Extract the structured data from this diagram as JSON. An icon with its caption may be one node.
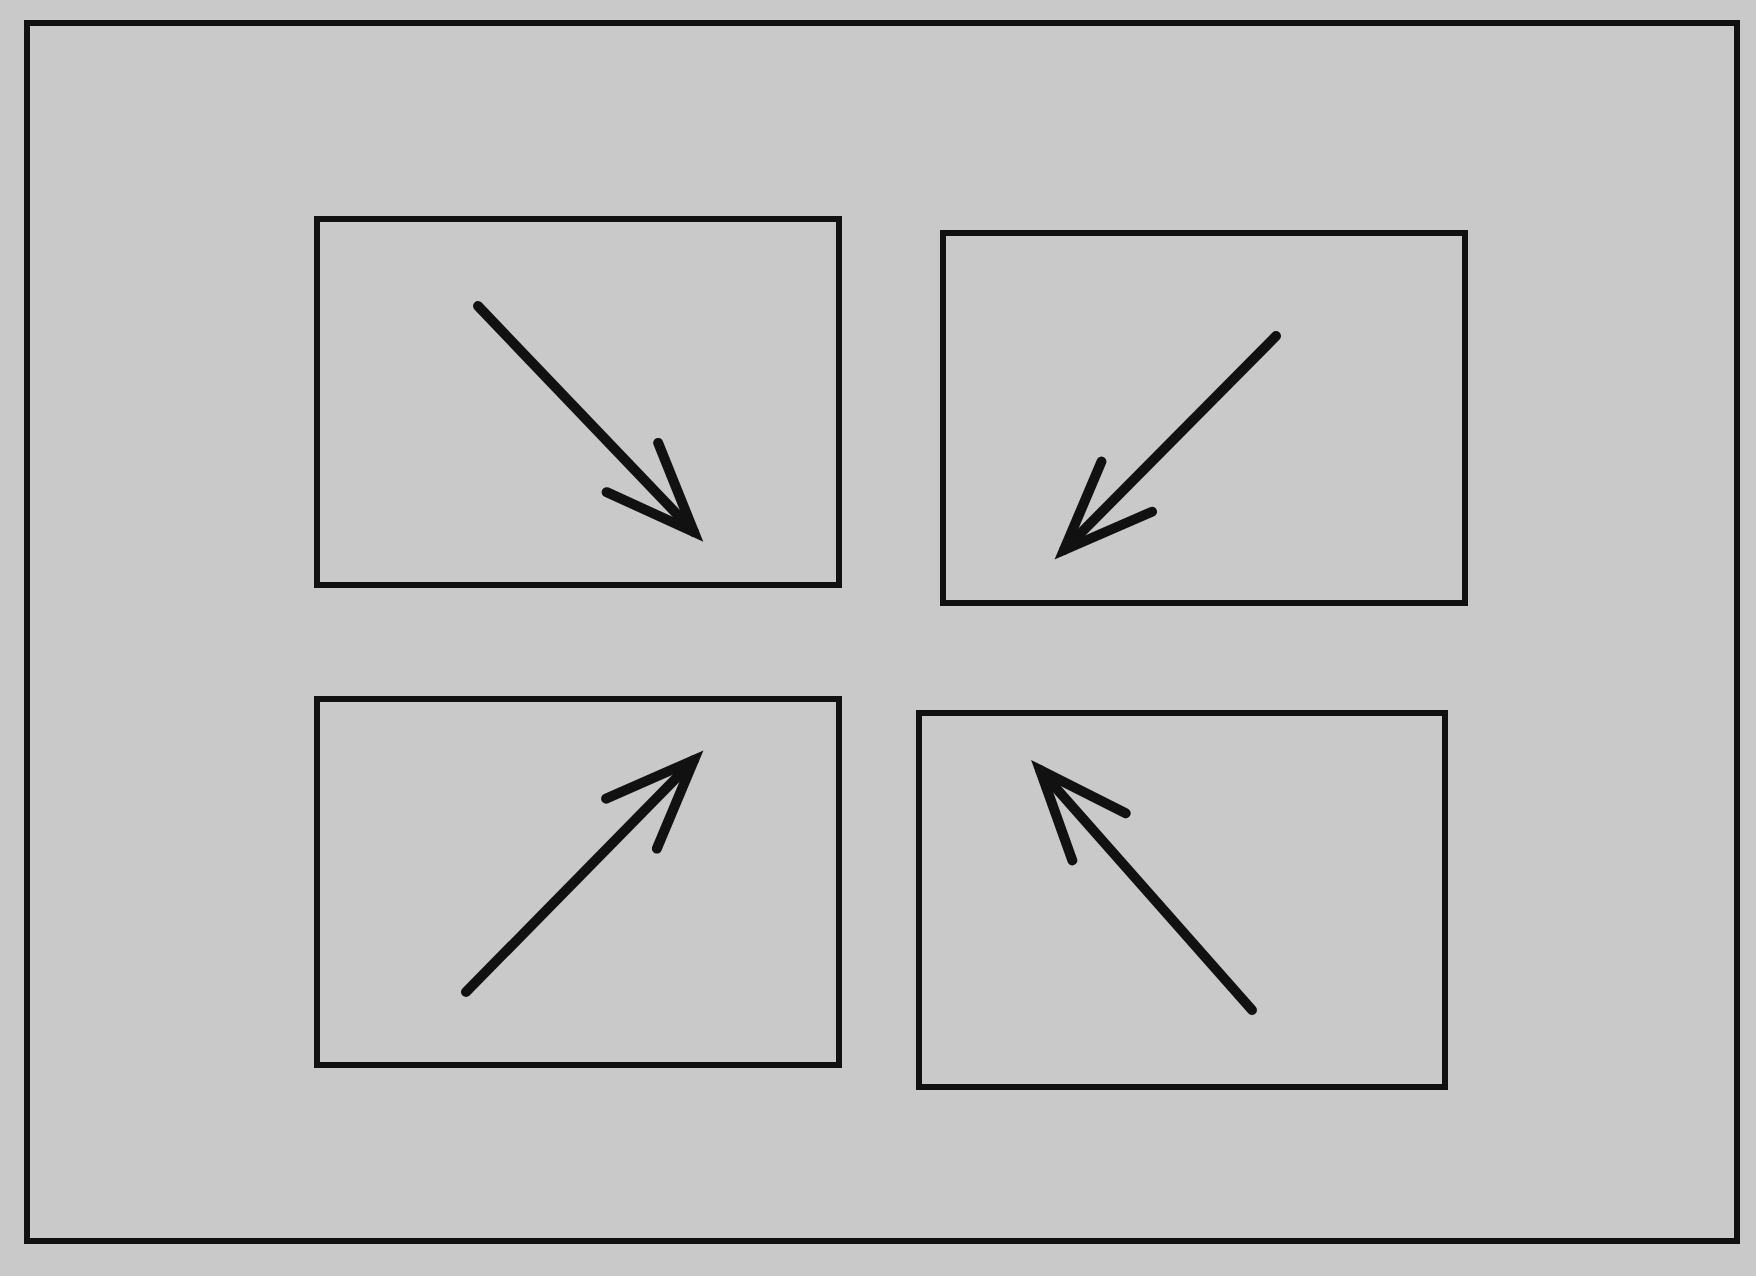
{
  "diagram": {
    "nodes": [
      {
        "text": [],
        "shape": "box"
      },
      {
        "text": [],
        "shape": "box",
        "in": 0
      },
      {
        "text": [],
        "shape": "box",
        "in": 0
      },
      {
        "text": [],
        "shape": "box",
        "in": 0
      },
      {
        "text": [],
        "shape": "box",
        "in": 0
      }
    ]
  }
}
